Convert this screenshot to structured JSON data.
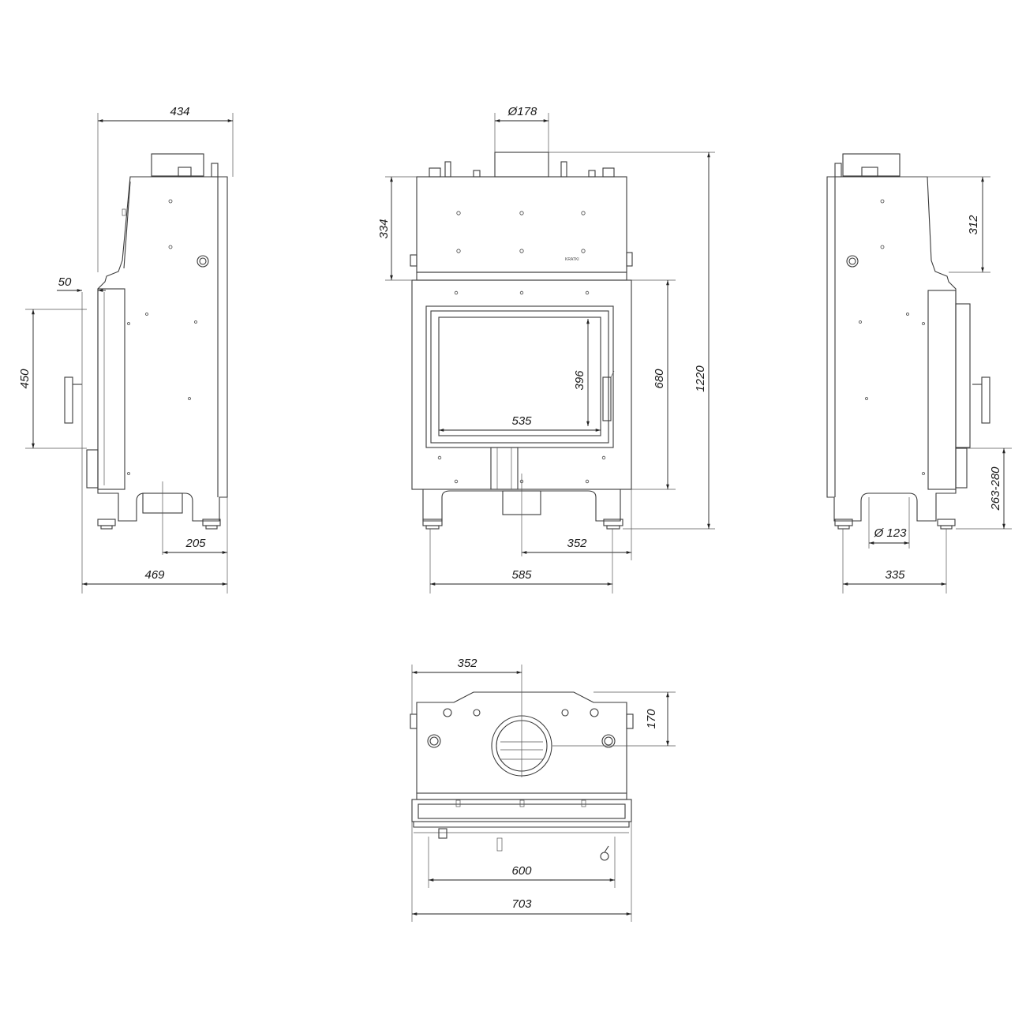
{
  "dimensions": {
    "side_left": {
      "top_width": "434",
      "offset": "50",
      "door_height": "450",
      "outlet_offset": "205",
      "total_depth": "469"
    },
    "front": {
      "flue_diameter": "Ø178",
      "top_section_height": "334",
      "glass_height": "396",
      "glass_width": "535",
      "body_height": "680",
      "total_height": "1220",
      "flue_offset": "352",
      "base_width": "585"
    },
    "side_right": {
      "top_section_height": "312",
      "inlet_height": "263-280",
      "inlet_diameter": "Ø 123",
      "base_width": "335"
    },
    "top_view": {
      "flue_offset": "352",
      "flue_depth": "170",
      "inner_width": "600",
      "total_width": "703"
    }
  },
  "labels": {
    "brand_mark": "KRATKI"
  }
}
